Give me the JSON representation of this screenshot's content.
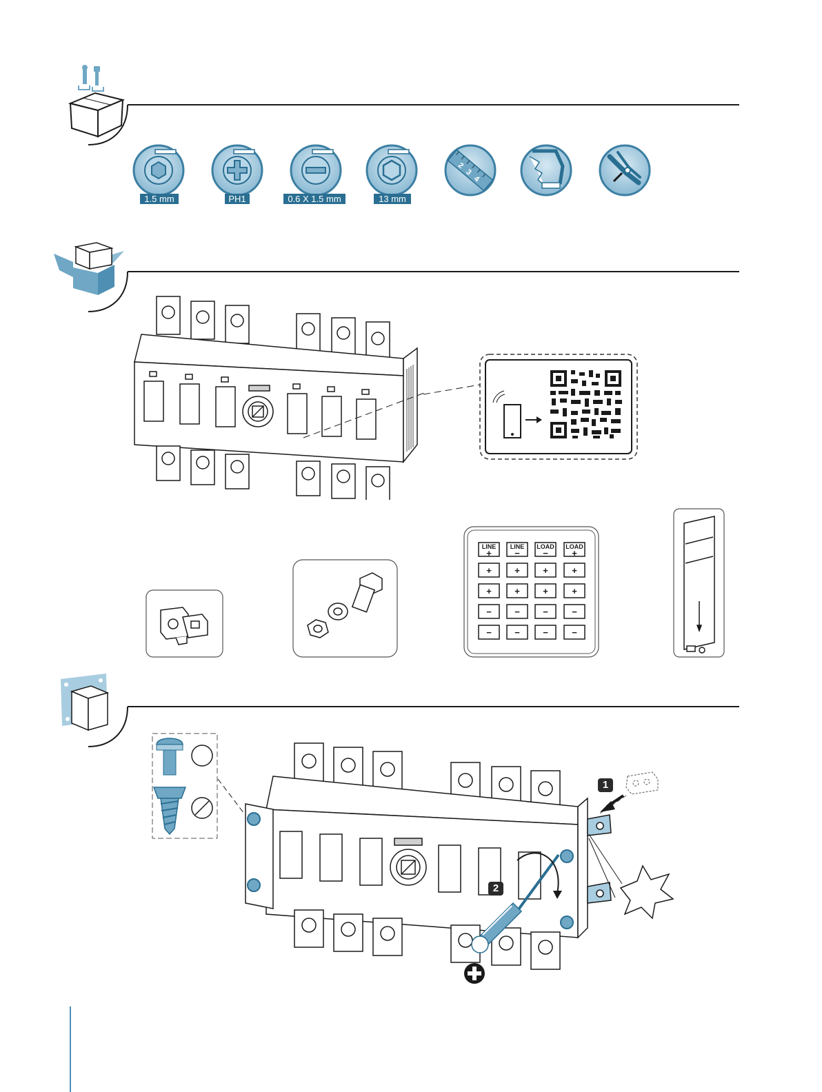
{
  "tools": [
    {
      "label": "1.5 mm",
      "icon": "hex-key-icon"
    },
    {
      "label": "PH1",
      "icon": "phillips-screwdriver-icon"
    },
    {
      "label": "0.6 X 1.5 mm",
      "icon": "flat-screwdriver-icon"
    },
    {
      "label": "13 mm",
      "icon": "hex-socket-icon"
    },
    {
      "label": "",
      "icon": "measuring-tape-icon"
    },
    {
      "label": "",
      "icon": "hacksaw-icon"
    },
    {
      "label": "",
      "icon": "wire-cutter-icon"
    }
  ],
  "ruler_numbers": [
    "2",
    "3",
    "4"
  ],
  "marker_labels": {
    "line": "LINE",
    "load": "LOAD",
    "plus": "+",
    "minus": "−"
  },
  "steps": {
    "one": "1",
    "two": "2"
  },
  "colors": {
    "accent": "#2a6f92",
    "light_blue": "#a9cde0",
    "line": "#1a1a1a"
  }
}
